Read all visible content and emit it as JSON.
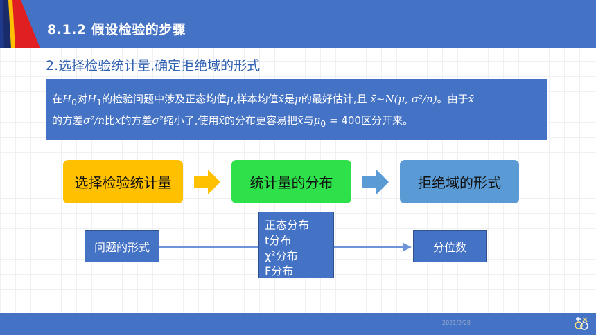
{
  "header": {
    "title": "8.1.2  假设检验的步骤"
  },
  "section": {
    "subtitle": "2.选择检验统计量,确定拒绝域的形式"
  },
  "info": {
    "line1": {
      "t1": "在",
      "h0": "H",
      "h0sub": "0",
      "t2": "对",
      "h1": "H",
      "h1sub": "1",
      "t3": "的检验问题中涉及正态均值",
      "mu": "μ",
      "t4": ",样本均值",
      "xbar": "x̄",
      "t5": "是",
      "mu2": "μ",
      "t6": "的最好估计,且",
      "dist": "x̄~N(μ, σ²/n)",
      "t7": "。由于",
      "xbar2": "x̄"
    },
    "line2": {
      "t1": "的方差",
      "expr": "σ²/n",
      "t2": "比",
      "x": "x",
      "t3": "的方差",
      "sig": "σ²",
      "t4": "缩小了,使用",
      "xbar": "x̄",
      "t5": "的分布更容易把",
      "xbar2": "x̄",
      "t6": "与",
      "mu0": "μ",
      "mu0sub": "0",
      "t7": " = 400",
      "t8": "区分开来。"
    }
  },
  "flow": {
    "step1": "选择检验统计量",
    "step2": "统计量的分布",
    "step3": "拒绝域的形式",
    "colors": {
      "step1": "#ffc000",
      "step2": "#2ee04a",
      "step3": "#5b9bd5",
      "arrow1": "#ffc000",
      "arrow2": "#5b9bd5"
    }
  },
  "bottom": {
    "left": "问题的形式",
    "middle": [
      "正态分布",
      "t分布",
      "χ²分布",
      "F分布"
    ],
    "right": "分位数"
  },
  "footer": {
    "date": "2021/2/28"
  }
}
